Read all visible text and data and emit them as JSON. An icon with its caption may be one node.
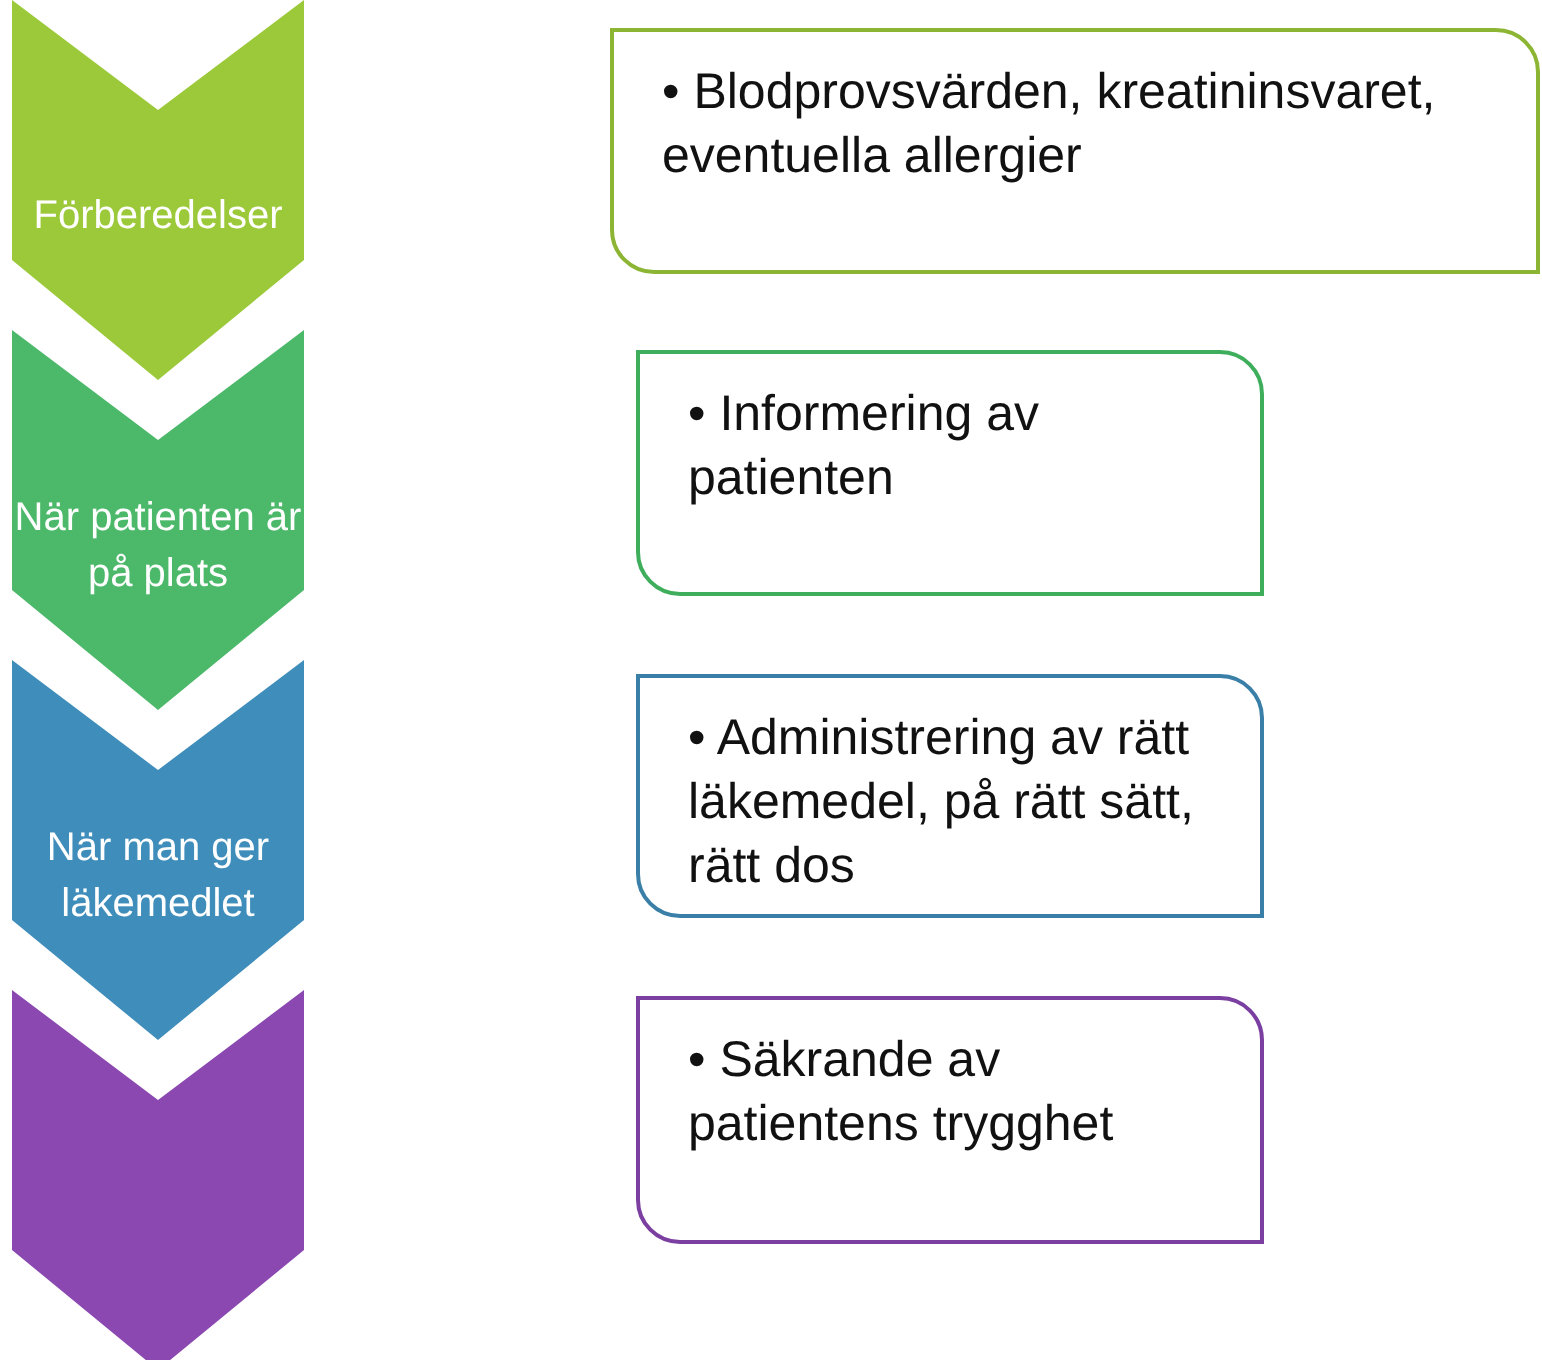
{
  "diagram": {
    "nodes": [
      {
        "text": [
          "Förberedelser"
        ]
      },
      {
        "text": [
          "• Blodprovsvärden, kreatininsvaret, eventuella allergier"
        ]
      },
      {
        "text": [
          "När patienten är på plats"
        ]
      },
      {
        "text": [
          "• Informering av patienten"
        ]
      },
      {
        "text": [
          "När man ger läkemedlet"
        ]
      },
      {
        "text": [
          "• Administrering av rätt läkemedel, på rätt sätt, rätt dos"
        ]
      },
      {
        "text": [],
        "shape": "chevron"
      },
      {
        "text": [
          "• Säkrande av patientens trygghet"
        ]
      }
    ]
  }
}
